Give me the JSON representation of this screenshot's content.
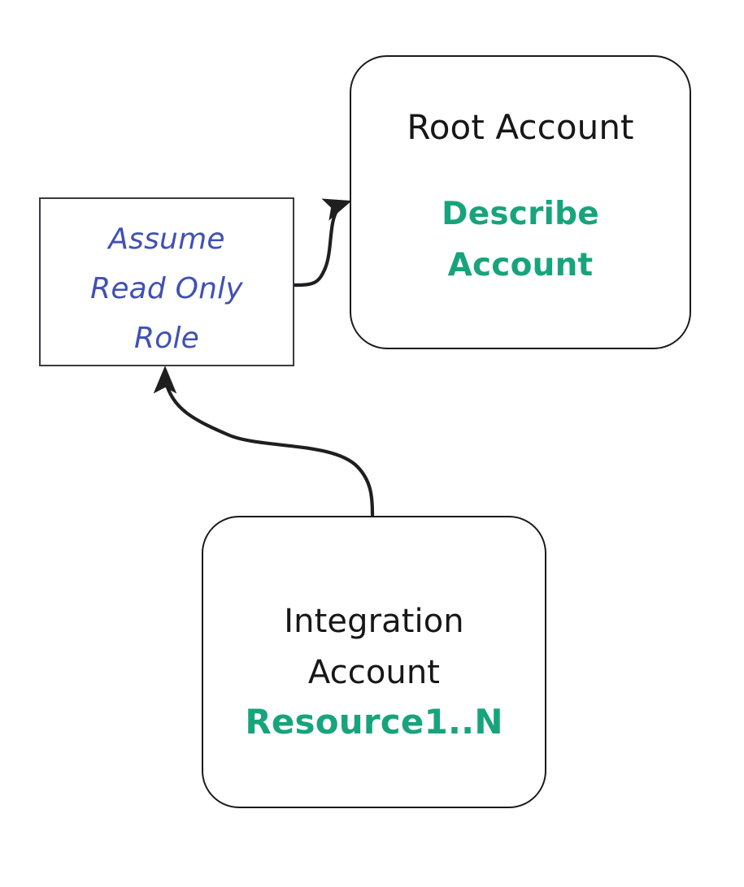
{
  "diagram": {
    "title": "AWS cross-account read-only role access diagram",
    "background_color": "#ffffff",
    "stroke_color": "#1a1a1a",
    "accent_color": "#17a47c",
    "role_color": "#4050b5",
    "text_color": "#171717"
  },
  "nodes": {
    "root_account": {
      "title": "Root Account",
      "accent_line1": "Describe",
      "accent_line2": "Account",
      "shape": "rounded-rectangle"
    },
    "integration_account": {
      "title_line1": "Integration",
      "title_line2": "Account",
      "accent": "Resource1..N",
      "shape": "rounded-rectangle"
    },
    "assume_role": {
      "label_line1": "Assume",
      "label_line2": "Read Only",
      "label_line3": "Role",
      "shape": "rectangle"
    }
  },
  "edges": [
    {
      "id": "assume-to-root",
      "from": "assume_role",
      "to": "root_account",
      "direction": "right",
      "arrowhead": "filled-triangle"
    },
    {
      "id": "integration-to-assume",
      "from": "integration_account",
      "to": "assume_role",
      "direction": "up",
      "arrowhead": "filled-triangle"
    }
  ]
}
